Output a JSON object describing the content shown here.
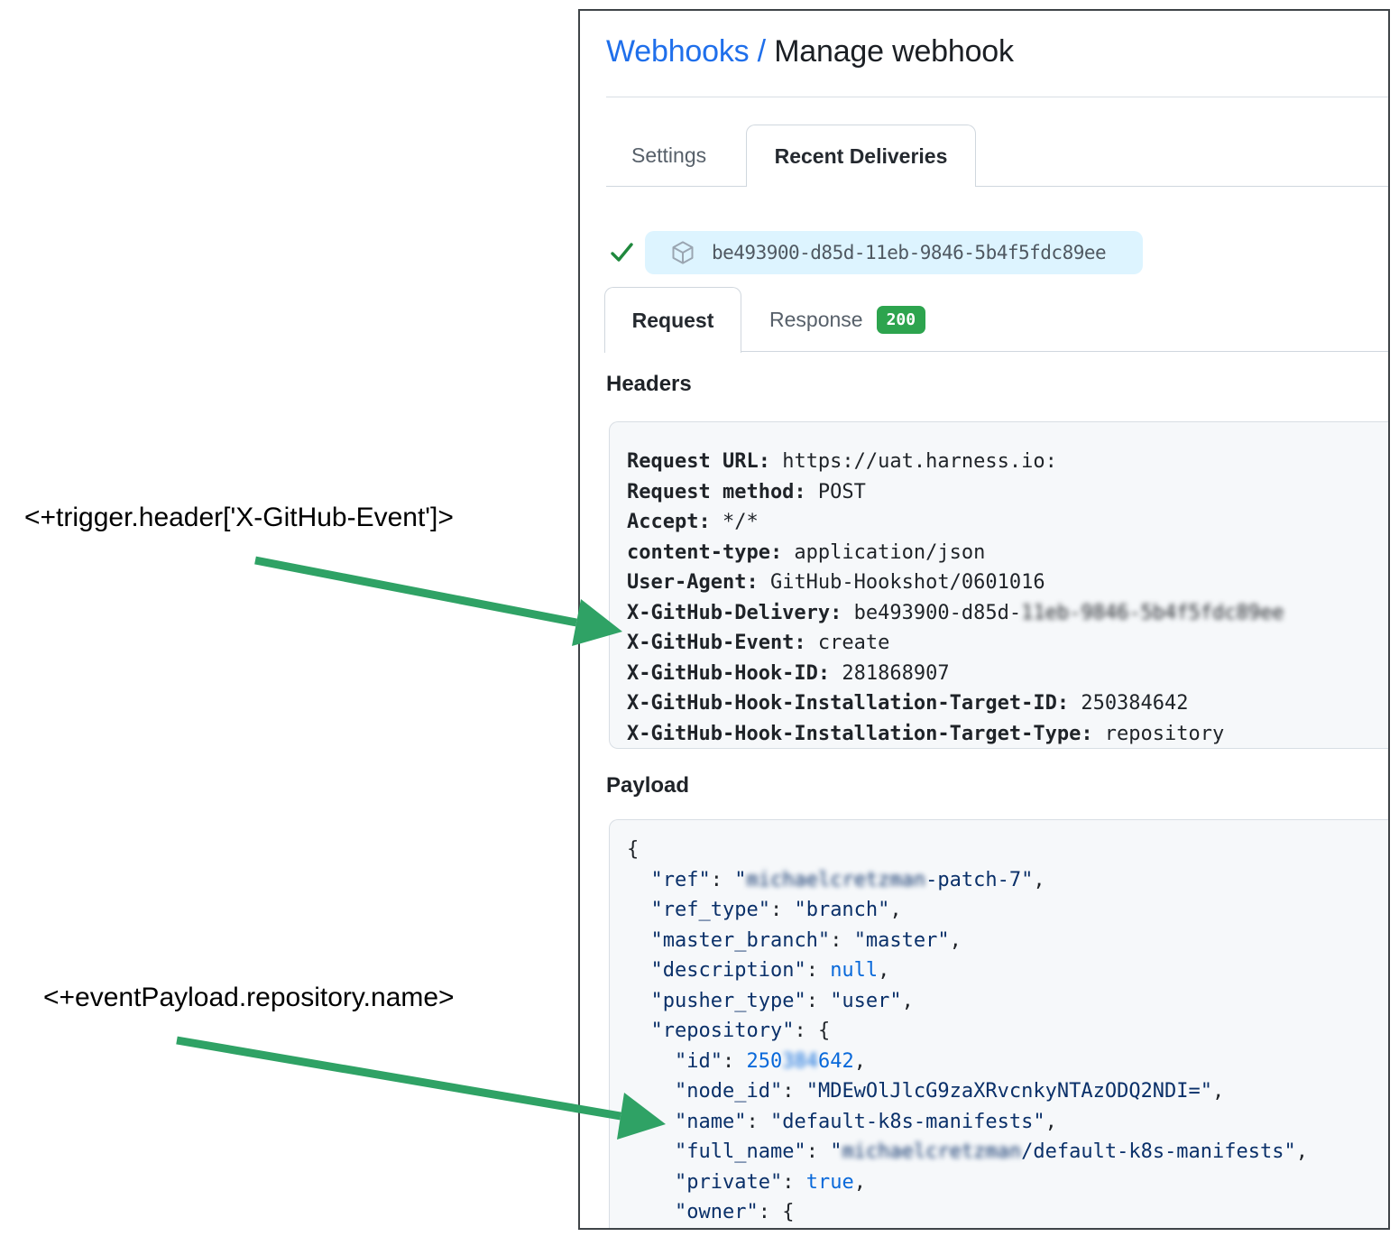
{
  "colors": {
    "link_blue": "#1f6feb",
    "title_text": "#1b1f24",
    "tab_inactive_text": "#57606a",
    "tab_active_text": "#24292f",
    "pill_bg": "#ddf4ff",
    "pill_text": "#4f5861",
    "check_green": "#1f883d",
    "badge_green": "#2da44e",
    "arrow_green": "#2fa265",
    "code_text": "#1f2328",
    "json_string": "#0a3069",
    "json_constant": "#0969da",
    "code_box_bg": "#f6f8fa",
    "code_box_border": "#d8dee4",
    "frame_border": "#3f4448"
  },
  "breadcrumb": {
    "link": "Webhooks",
    "separator": " / ",
    "current": "Manage webhook"
  },
  "tabs": {
    "settings": "Settings",
    "recent_deliveries": "Recent Deliveries"
  },
  "delivery": {
    "guid": "be493900-d85d-11eb-9846-5b4f5fdc89ee"
  },
  "subtabs": {
    "request": "Request",
    "response": "Response",
    "status_code": "200"
  },
  "headers_section": {
    "heading": "Headers",
    "items": [
      {
        "label": "Request URL:",
        "value": " https://uat.harness.io:"
      },
      {
        "label": "Request method:",
        "value": " POST"
      },
      {
        "label": "Accept:",
        "value": " */*"
      },
      {
        "label": "content-type:",
        "value": " application/json"
      },
      {
        "label": "User-Agent:",
        "value": " GitHub-Hookshot/0601016"
      },
      {
        "label": "X-GitHub-Delivery:",
        "value": " be493900-d85d-",
        "blurred": "11eb-9846-5b4f5fdc89ee"
      },
      {
        "label": "X-GitHub-Event:",
        "value": " create"
      },
      {
        "label": "X-GitHub-Hook-ID:",
        "value": " 281868907"
      },
      {
        "label": "X-GitHub-Hook-Installation-Target-ID:",
        "value": " 250384642"
      },
      {
        "label": "X-GitHub-Hook-Installation-Target-Type:",
        "value": " repository"
      }
    ]
  },
  "payload_section": {
    "heading": "Payload",
    "lines": [
      [
        [
          "p",
          "{"
        ]
      ],
      [
        [
          "p",
          "  "
        ],
        [
          "k",
          "\"ref\""
        ],
        [
          "p",
          ": "
        ],
        [
          "s",
          "\""
        ],
        [
          "bs",
          "michaelcretzman"
        ],
        [
          "s",
          "-patch-7\""
        ],
        [
          "p",
          ","
        ]
      ],
      [
        [
          "p",
          "  "
        ],
        [
          "k",
          "\"ref_type\""
        ],
        [
          "p",
          ": "
        ],
        [
          "s",
          "\"branch\""
        ],
        [
          "p",
          ","
        ]
      ],
      [
        [
          "p",
          "  "
        ],
        [
          "k",
          "\"master_branch\""
        ],
        [
          "p",
          ": "
        ],
        [
          "s",
          "\"master\""
        ],
        [
          "p",
          ","
        ]
      ],
      [
        [
          "p",
          "  "
        ],
        [
          "k",
          "\"description\""
        ],
        [
          "p",
          ": "
        ],
        [
          "n",
          "null"
        ],
        [
          "p",
          ","
        ]
      ],
      [
        [
          "p",
          "  "
        ],
        [
          "k",
          "\"pusher_type\""
        ],
        [
          "p",
          ": "
        ],
        [
          "s",
          "\"user\""
        ],
        [
          "p",
          ","
        ]
      ],
      [
        [
          "p",
          "  "
        ],
        [
          "k",
          "\"repository\""
        ],
        [
          "p",
          ": {"
        ]
      ],
      [
        [
          "p",
          "    "
        ],
        [
          "k",
          "\"id\""
        ],
        [
          "p",
          ": "
        ],
        [
          "n",
          "250"
        ],
        [
          "bn",
          "384"
        ],
        [
          "n",
          "642"
        ],
        [
          "p",
          ","
        ]
      ],
      [
        [
          "p",
          "    "
        ],
        [
          "k",
          "\"node_id\""
        ],
        [
          "p",
          ": "
        ],
        [
          "s",
          "\"MDEwOlJlcG9zaXRvcnkyNTAzODQ2NDI=\""
        ],
        [
          "p",
          ","
        ]
      ],
      [
        [
          "p",
          "    "
        ],
        [
          "k",
          "\"name\""
        ],
        [
          "p",
          ": "
        ],
        [
          "s",
          "\"default-k8s-manifests\""
        ],
        [
          "p",
          ","
        ]
      ],
      [
        [
          "p",
          "    "
        ],
        [
          "k",
          "\"full_name\""
        ],
        [
          "p",
          ": "
        ],
        [
          "s",
          "\""
        ],
        [
          "bs",
          "michaelcretzman"
        ],
        [
          "s",
          "/default-k8s-manifests\""
        ],
        [
          "p",
          ","
        ]
      ],
      [
        [
          "p",
          "    "
        ],
        [
          "k",
          "\"private\""
        ],
        [
          "p",
          ": "
        ],
        [
          "n",
          "true"
        ],
        [
          "p",
          ","
        ]
      ],
      [
        [
          "p",
          "    "
        ],
        [
          "k",
          "\"owner\""
        ],
        [
          "p",
          ": {"
        ]
      ]
    ]
  },
  "annotations": {
    "trigger_expression": "<+trigger.header['X-GitHub-Event']>",
    "payload_expression": "<+eventPayload.repository.name>"
  }
}
